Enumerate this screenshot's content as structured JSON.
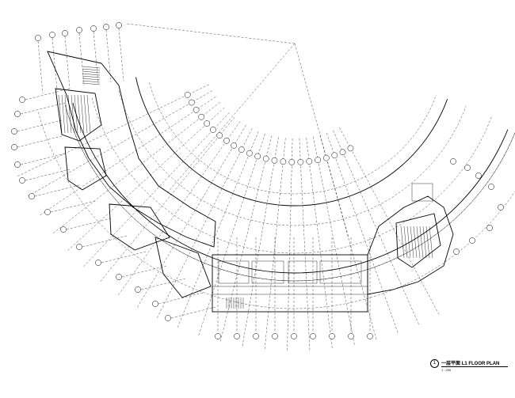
{
  "drawing": {
    "title_cn": "一层平面",
    "title_en": "L1 FLOOR PLAN",
    "number": "1",
    "scale": "1 : 200"
  },
  "stroke_color": "#000000",
  "fill_color": "#ffffff"
}
